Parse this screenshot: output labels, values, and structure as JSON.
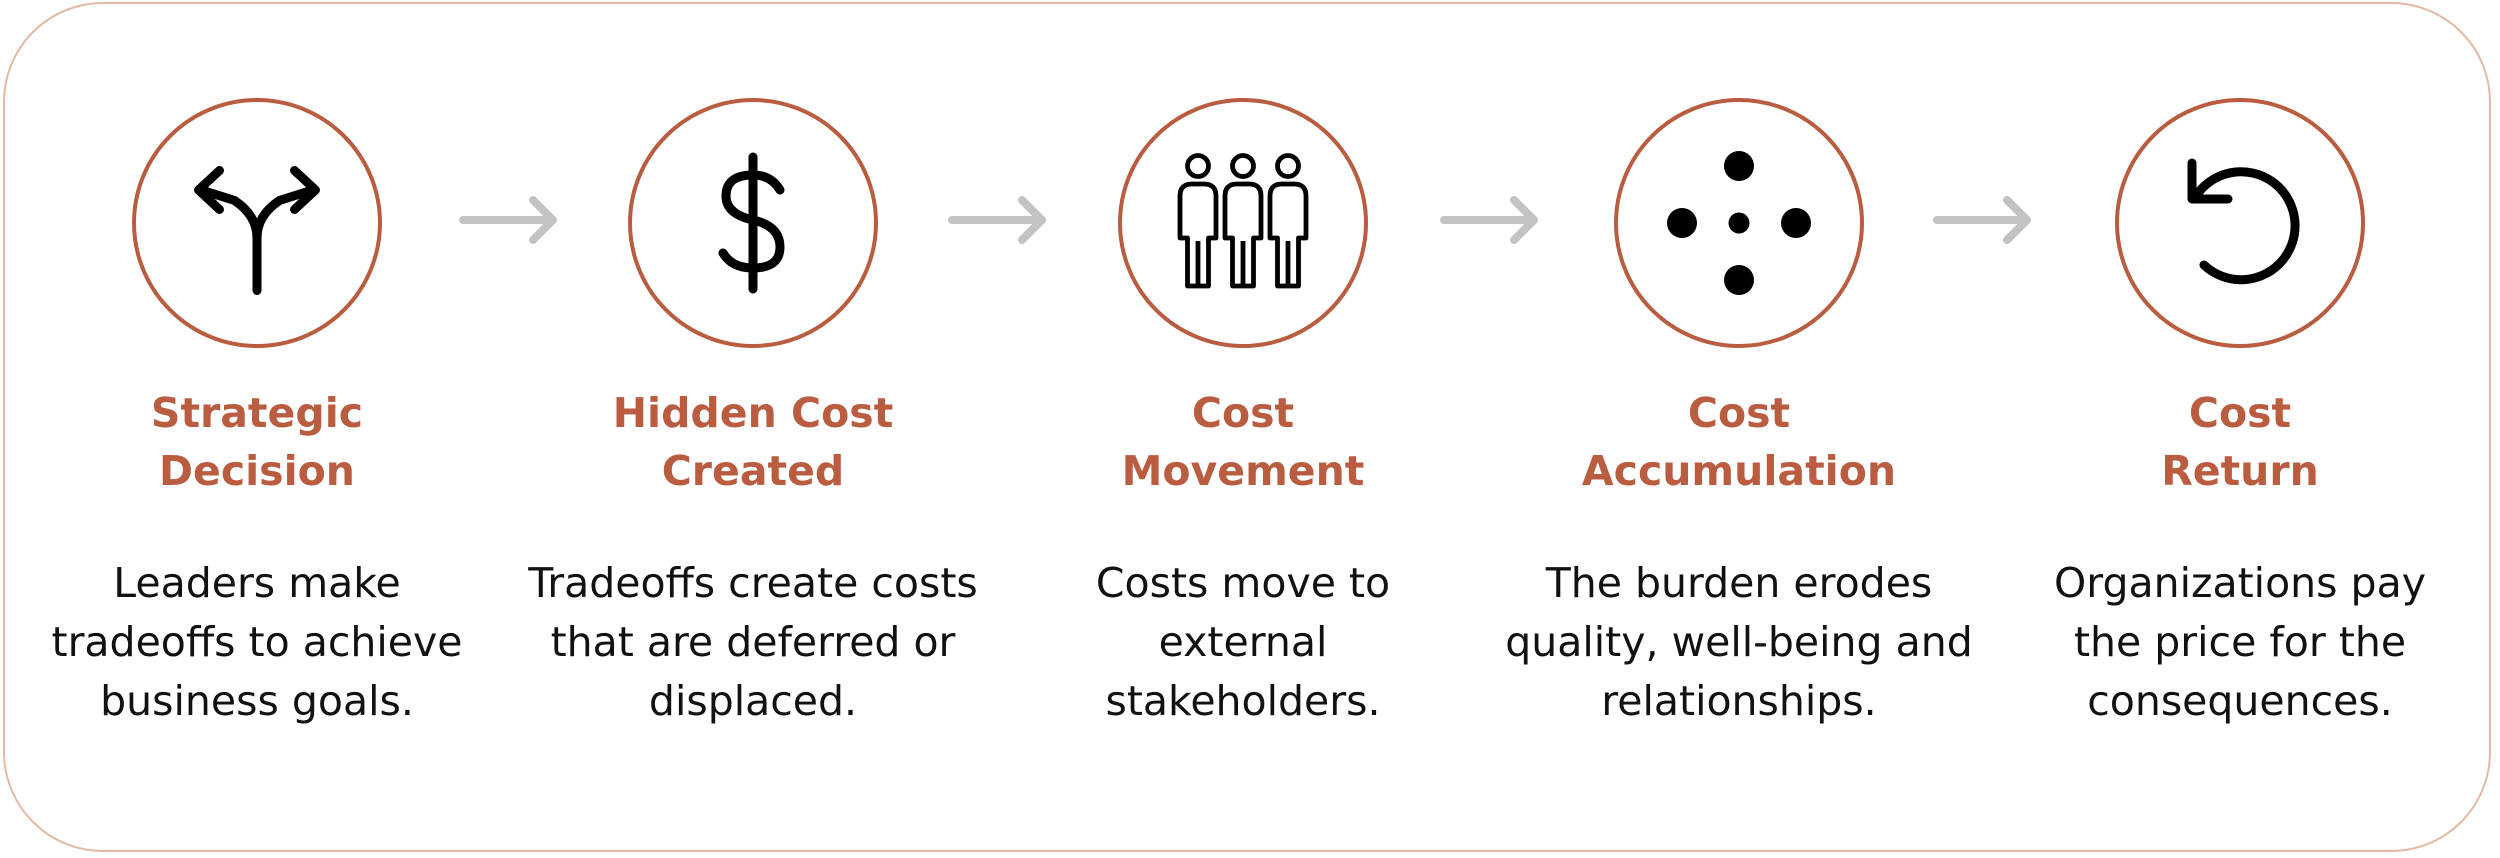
{
  "colors": {
    "accent": "#b95c40",
    "frame_border": "#e3b9a3",
    "arrow": "#c3c3c3",
    "body_text": "#111111"
  },
  "steps": [
    {
      "icon": "split-arrows-icon",
      "title_lines": [
        "Strategic",
        "Decision"
      ],
      "description_lines": [
        "Leaders make",
        "tradeoffs to achieve",
        "business goals."
      ]
    },
    {
      "icon": "dollar-sign-icon",
      "title_lines": [
        "Hidden Cost",
        "Created"
      ],
      "description_lines": [
        "Tradeoffs create costs",
        "that are deferred or",
        "displaced."
      ]
    },
    {
      "icon": "group-people-icon",
      "title_lines": [
        "Cost",
        "Movement"
      ],
      "description_lines": [
        "Costs move to",
        "external",
        "stakeholders."
      ]
    },
    {
      "icon": "converging-dots-icon",
      "title_lines": [
        "Cost",
        "Accumulation"
      ],
      "description_lines": [
        "The burden erodes",
        "quality, well-being and",
        "relationships."
      ]
    },
    {
      "icon": "return-arrow-icon",
      "title_lines": [
        "Cost",
        "Return"
      ],
      "description_lines": [
        "Organizations pay",
        "the price for the",
        "consequences."
      ]
    }
  ]
}
